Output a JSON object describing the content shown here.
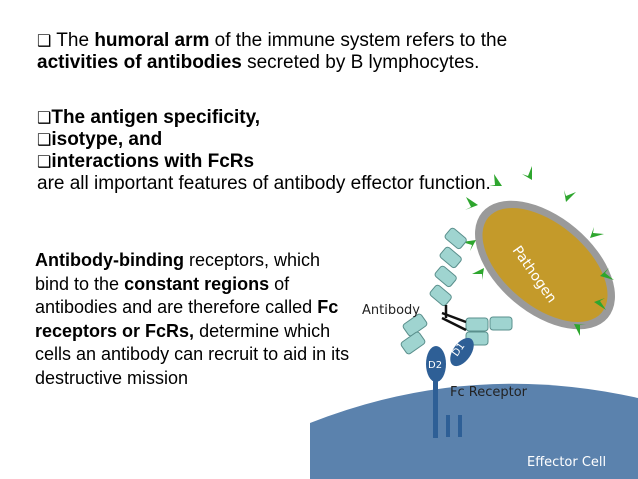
{
  "intro": {
    "bullet": "❑",
    "text1": " The ",
    "bold1": "humoral arm",
    "text2": " of the immune system refers to the",
    "bold2": "activities of antibodies",
    "text3": " secreted by B lymphocytes."
  },
  "features": {
    "items": [
      {
        "bullet": "❑",
        "label": "The antigen specificity,"
      },
      {
        "bullet": "❑",
        "label": "isotype, and"
      },
      {
        "bullet": "❑",
        "label": "interactions with FcRs"
      }
    ],
    "conclusion": "are all important features of antibody effector function."
  },
  "receptors": {
    "bold1": "Antibody-binding",
    "text1": " receptors, which bind to the ",
    "bold2": "constant regions",
    "text2": " of antibodies and are therefore called ",
    "bold3": "Fc receptors or FcRs,",
    "text3": " determine which cells an antibody can recruit to aid in its destructive mission"
  },
  "diagram": {
    "pathogen_label": "Pathogen",
    "antibody_label": "Antibody",
    "d1_label": "D1",
    "d2_label": "D2",
    "fc_receptor_label": "Fc Receptor",
    "effector_cell_label": "Effector Cell",
    "colors": {
      "pathogen": "#c49a2a",
      "pathogen_rim": "#9a9a9a",
      "spike": "#2ea62e",
      "antibody_domain": "#9fd4d0",
      "receptor": "#2e5f96",
      "effector_cell": "#5b82ad"
    }
  }
}
